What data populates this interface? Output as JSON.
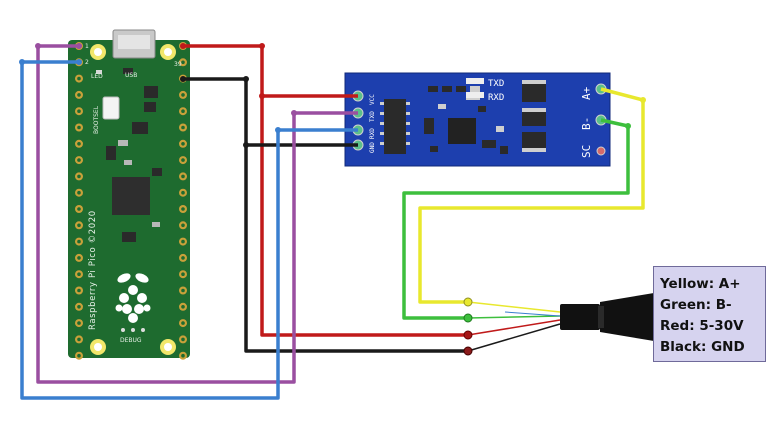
{
  "pico": {
    "name_label": "Raspberry Pi Pico ©2020",
    "usb_label": "USB",
    "led_label": "LED",
    "bootsel_label": "BOOTSEL",
    "debug_label": "DEBUG",
    "pin1_label": "1",
    "pin2_label": "2",
    "pin39_label": "39",
    "board_color": "#1e6b2f"
  },
  "module": {
    "txd_label": "TXD",
    "rxd_label": "RXD",
    "pin_gnd": "GND",
    "pin_rxd": "RXD",
    "pin_txd": "TXD",
    "pin_vcc": "VCC",
    "a_plus": "A+",
    "b_minus": "B-",
    "sc_label": "SC",
    "board_color": "#1d3fae"
  },
  "wires": {
    "red": "#c01a1a",
    "black": "#1a1a1a",
    "blue": "#3a7fcf",
    "purple": "#9a4fa0",
    "yellow": "#e8e82e",
    "green": "#3dbf3d"
  },
  "legend": {
    "line1": "Yellow: A+",
    "line2": "Green: B-",
    "line3": "Red: 5-30V",
    "line4": "Black: GND"
  }
}
